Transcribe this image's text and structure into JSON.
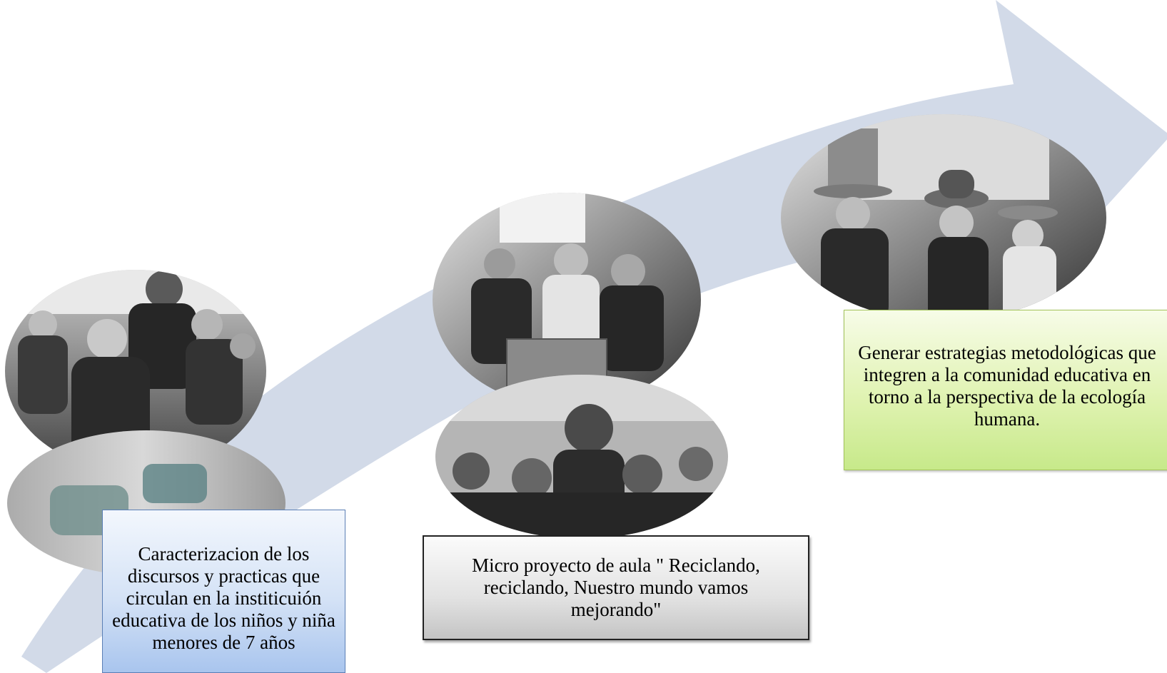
{
  "colors": {
    "arrow": "#d2dae8",
    "box_blue": "#b9d0f1",
    "box_gray": "#d9d9d9",
    "box_green": "#d6f09d"
  },
  "photos": [
    {
      "name": "photo-classroom-children",
      "description_icon": "photo-icon"
    },
    {
      "name": "photo-blurred-street",
      "description_icon": "photo-icon"
    },
    {
      "name": "photo-recycling-box",
      "description_icon": "photo-icon"
    },
    {
      "name": "photo-children-flower-crowns",
      "description_icon": "photo-icon"
    },
    {
      "name": "photo-children-recycled-hats",
      "description_icon": "photo-icon"
    }
  ],
  "steps": [
    {
      "text": "Caracterizacion de los discursos y practicas que circulan en la institicuión educativa de los niños y niña menores de 7 años"
    },
    {
      "text": "Micro proyecto  de aula \" Reciclando, reciclando, Nuestro mundo vamos mejorando\""
    },
    {
      "text": "Generar estrategias metodológicas que integren a la comunidad educativa en torno a la perspectiva de la ecología humana."
    }
  ]
}
